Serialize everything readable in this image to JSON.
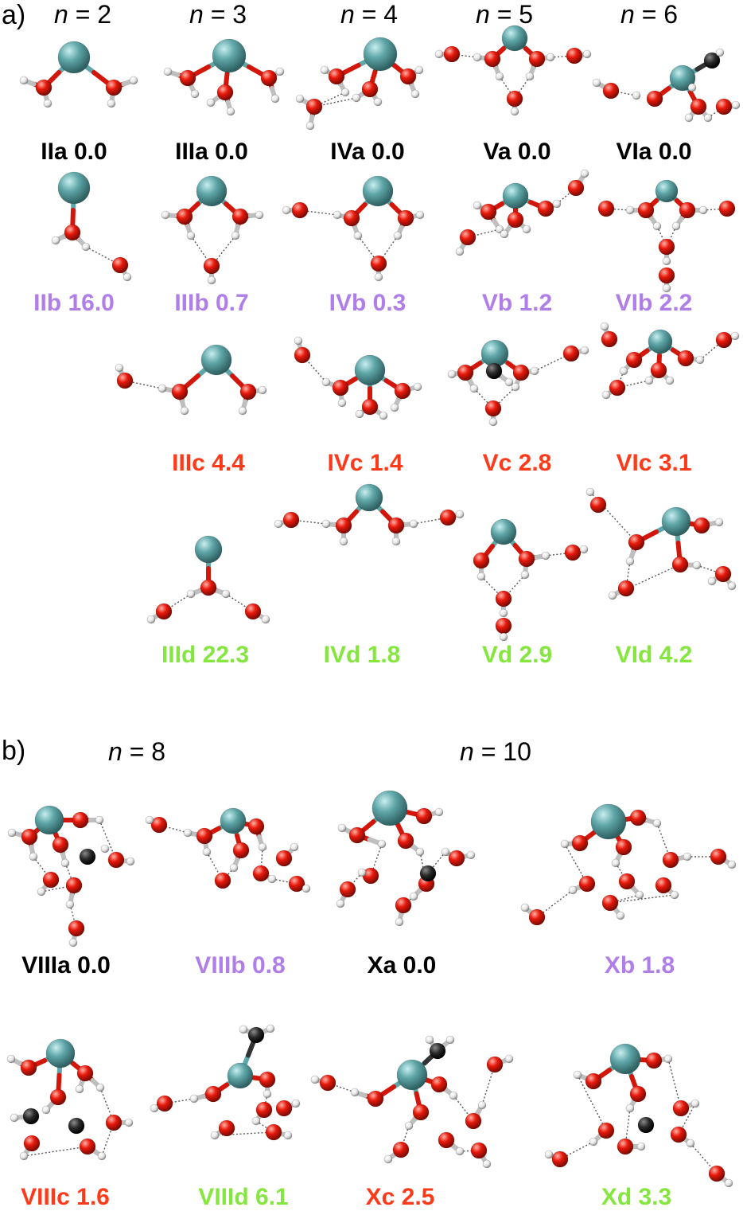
{
  "colors": {
    "a": "#000000",
    "b": "#b07ee8",
    "c": "#ff3a1a",
    "d": "#86e640",
    "metal": "#5fa6a8",
    "oxygen": "#e8190b",
    "hydrogen": "#e6e6e6",
    "carbon": "#2a2a2a"
  },
  "panels": {
    "a_label": "a)",
    "b_label": "b)"
  },
  "headers_a": [
    {
      "n_symbol": "n",
      "eq": " = 2"
    },
    {
      "n_symbol": "n",
      "eq": " = 3"
    },
    {
      "n_symbol": "n",
      "eq": " = 4"
    },
    {
      "n_symbol": "n",
      "eq": " = 5"
    },
    {
      "n_symbol": "n",
      "eq": " = 6"
    }
  ],
  "headers_b": [
    {
      "n_symbol": "n",
      "eq": " = 8"
    },
    {
      "n_symbol": "n",
      "eq": " = 10"
    }
  ],
  "labels": {
    "IIa": "IIa 0.0",
    "IIIa": "IIIa 0.0",
    "IVa": "IVa 0.0",
    "Va": "Va 0.0",
    "VIa": "VIa 0.0",
    "IIb": "IIb 16.0",
    "IIIb": "IIIb 0.7",
    "IVb": "IVb 0.3",
    "Vb": "Vb 1.2",
    "VIb": "VIb 2.2",
    "IIIc": "IIIc 4.4",
    "IVc": "IVc 1.4",
    "Vc": "Vc 2.8",
    "VIc": "VIc 3.1",
    "IIId": "IIId 22.3",
    "IVd": "IVd 1.8",
    "Vd": "Vd 2.9",
    "VId": "VId 4.2",
    "VIIIa": "VIIIa 0.0",
    "VIIIb": "VIIIb 0.8",
    "Xa": "Xa 0.0",
    "Xb": "Xb 1.8",
    "VIIIc": "VIIIc 1.6",
    "VIIId": "VIIId 6.1",
    "Xc": "Xc 2.5",
    "Xd": "Xd 3.3"
  }
}
